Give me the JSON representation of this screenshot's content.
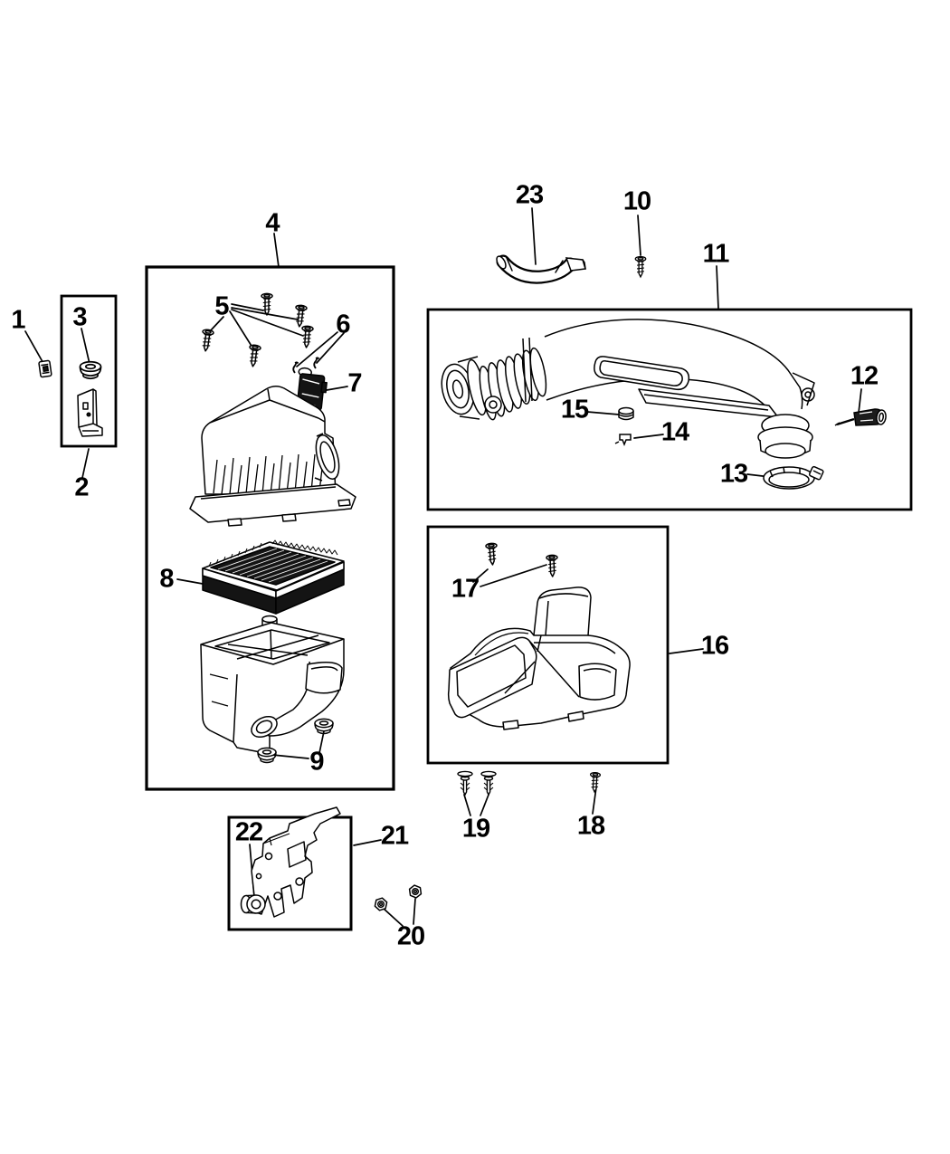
{
  "diagram": {
    "type": "exploded-parts-diagram",
    "subject": "air-cleaner-and-intake-ducts",
    "background": "#ffffff",
    "line_color": "#000000",
    "dark_fill_color": "#141414",
    "callout_count": 23
  },
  "callouts": {
    "c1": "1",
    "c2": "2",
    "c3": "3",
    "c4": "4",
    "c5": "5",
    "c6": "6",
    "c7": "7",
    "c8": "8",
    "c9": "9",
    "c10": "10",
    "c11": "11",
    "c12": "12",
    "c13": "13",
    "c14": "14",
    "c15": "15",
    "c16": "16",
    "c17": "17",
    "c18": "18",
    "c19": "19",
    "c20": "20",
    "c21": "21",
    "c22": "22",
    "c23": "23"
  }
}
